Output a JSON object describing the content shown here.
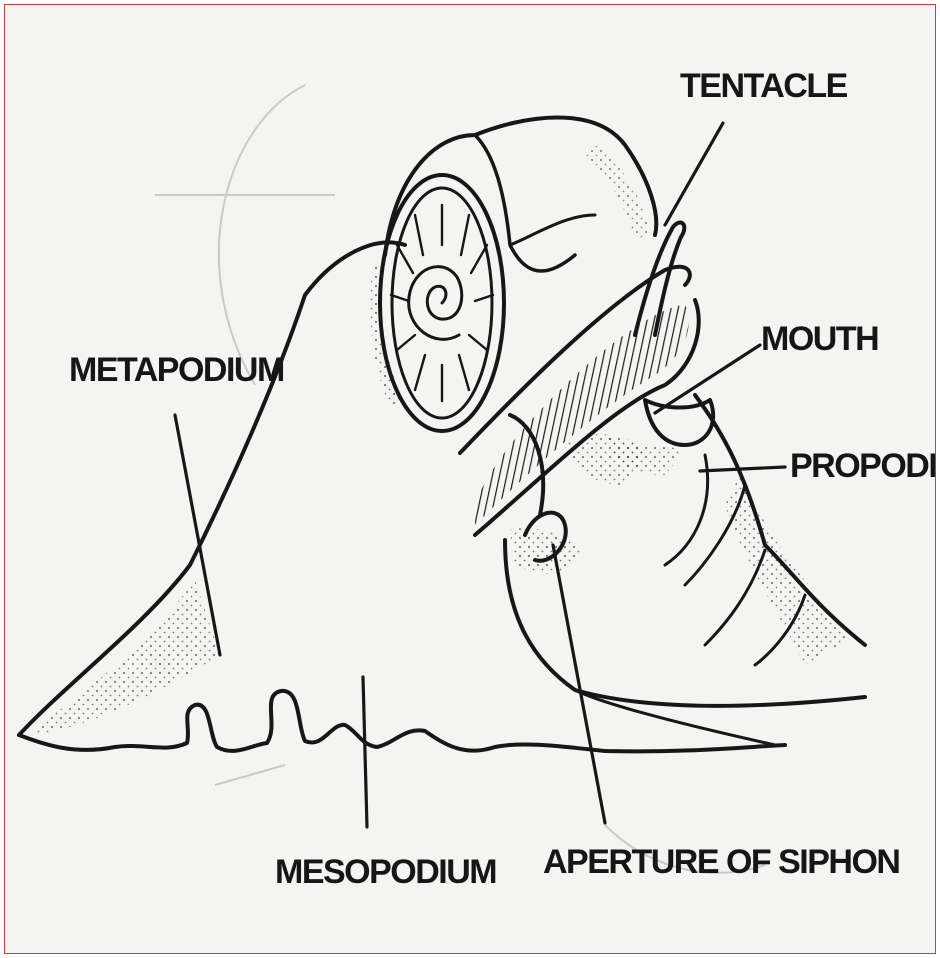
{
  "labels": {
    "tentacle": "TENTACLE",
    "mouth": "MOUTH",
    "propodium": "PROPODIUM",
    "metapodium": "METAPODIUM",
    "mesopodium": "MESOPODIUM",
    "aperture_of_siphon": "APERTURE OF SIPHON"
  },
  "colors": {
    "ink": "#171717",
    "paper": "#f4f4f2",
    "border": "#d83a3a"
  }
}
